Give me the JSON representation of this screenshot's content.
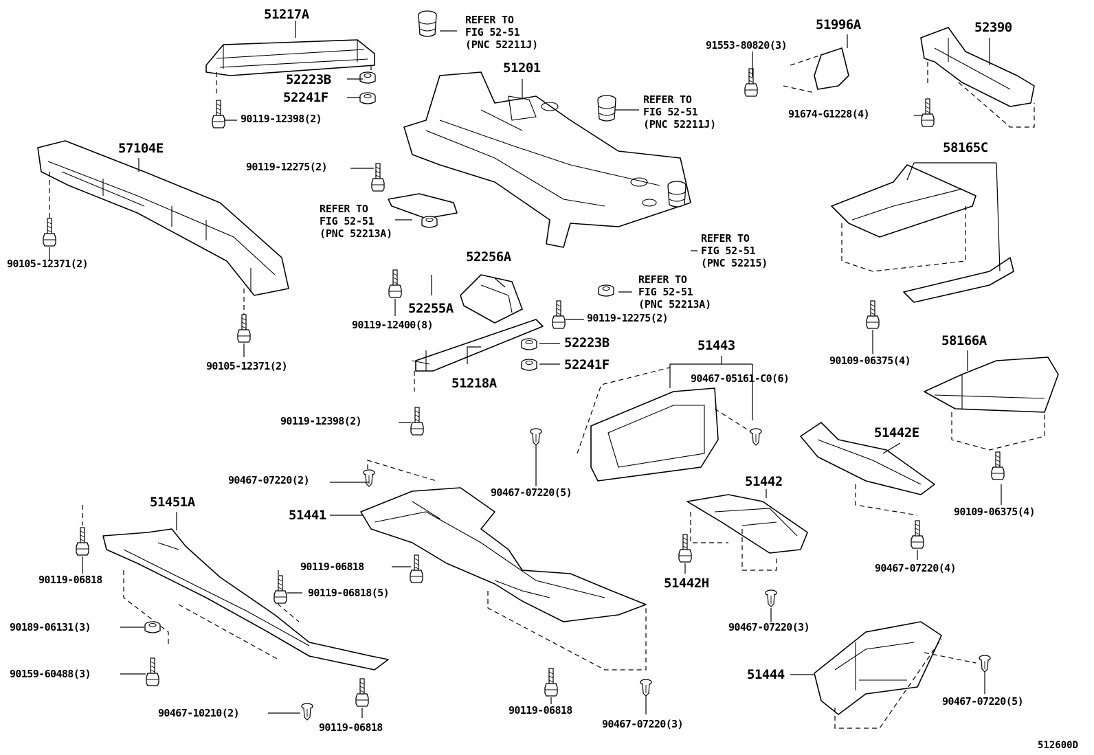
{
  "diagram_code": "512600D",
  "parts": {
    "p51217A": "51217A",
    "p52223B_top": "52223B",
    "p52241F_top": "52241F",
    "p51201": "51201",
    "p57104E": "57104E",
    "p52256A": "52256A",
    "p52255A": "52255A",
    "p52223B_mid": "52223B",
    "p52241F_mid": "52241F",
    "p51218A": "51218A",
    "p51996A": "51996A",
    "p52390": "52390",
    "p58165C": "58165C",
    "p58166A": "58166A",
    "p51443": "51443",
    "p51442E": "51442E",
    "p51442": "51442",
    "p51442H": "51442H",
    "p51441": "51441",
    "p51451A": "51451A",
    "p51444": "51444"
  },
  "fasteners": {
    "f1": "90119-12398(2)",
    "f2": "90119-12275(2)",
    "f3": "90105-12371(2)",
    "f4": "90105-12371(2)",
    "f5": "90119-12400(8)",
    "f6": "90119-12275(2)",
    "f7": "90119-12398(2)",
    "f8": "91553-80820(3)",
    "f9": "91674-G1228(4)",
    "f10": "90109-06375(4)",
    "f11": "90467-05161-C0(6)",
    "f12": "90467-07220(5)",
    "f13": "90109-06375(4)",
    "f14": "90467-07220(4)",
    "f15": "90467-07220(3)",
    "f16": "90467-07220(2)",
    "f17": "90119-06818",
    "f18": "90119-06818",
    "f19": "90119-06818(5)",
    "f20": "90189-06131(3)",
    "f21": "90159-60488(3)",
    "f22": "90467-10210(2)",
    "f23": "90119-06818",
    "f24": "90119-06818",
    "f25": "90467-07220(3)",
    "f26": "90467-07220(5)"
  },
  "references": {
    "r1": "REFER TO\nFIG 52-51\n(PNC 52211J)",
    "r2": "REFER TO\nFIG 52-51\n(PNC 52211J)",
    "r3": "REFER TO\nFIG 52-51\n(PNC 52213A)",
    "r4": "REFER TO\nFIG 52-51\n(PNC 52215)",
    "r5": "REFER TO\nFIG 52-51\n(PNC 52213A)"
  }
}
